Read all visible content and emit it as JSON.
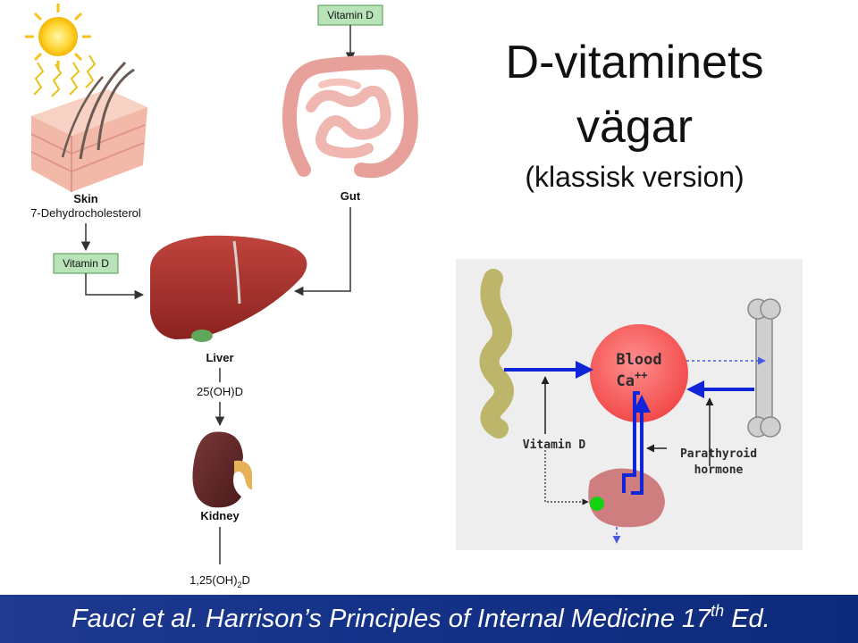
{
  "title": {
    "line1": "D-vitaminets",
    "line2": "vägar",
    "subtitle": "(klassisk version)"
  },
  "left_diagram": {
    "top_box": "Vitamin D",
    "skin_label": "Skin",
    "skin_sublabel": "7-Dehydrocholesterol",
    "skin_box": "Vitamin D",
    "gut_label": "Gut",
    "liver_label": "Liver",
    "liver_product": "25(OH)D",
    "kidney_label": "Kidney",
    "kidney_product_main": "1,25(OH)",
    "kidney_product_sub": "2",
    "kidney_product_end": "D"
  },
  "calcium_diagram": {
    "blood_label": "Blood",
    "ca_label": "Ca",
    "ca_charge": "++",
    "vitamin_d_label": "Vitamin D",
    "pth_line1": "Parathyroid",
    "pth_line2": "hormone"
  },
  "footer": {
    "before_sup": "Fauci et al. Harrison’s Principles of Internal Medicine 17",
    "sup": "th",
    "after_sup": " Ed."
  },
  "colors": {
    "box_fill": "#b9e3b9",
    "blue_arrow": "#1024d8",
    "blood_red": "#f24a4a",
    "footer_bg": "#15338a"
  }
}
